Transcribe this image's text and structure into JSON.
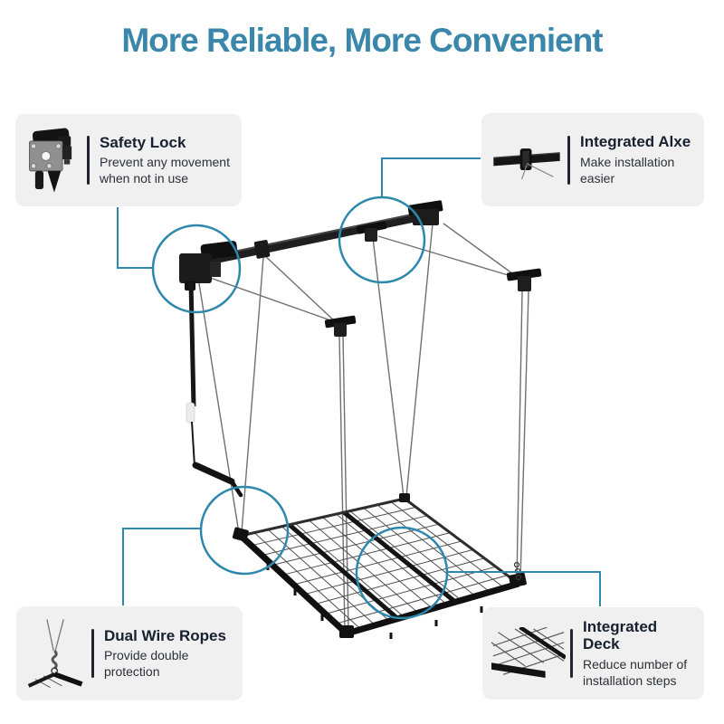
{
  "title": "More Reliable, More Convenient",
  "colors": {
    "accent_heading": "#3a87ab",
    "highlight_circle": "#2e87ad",
    "connector_line": "#2e87ad",
    "callout_background": "#f0f0f1",
    "callout_title_text": "#16202e",
    "callout_body_text": "#2b3038",
    "product_black": "#1a1a1a"
  },
  "callouts": [
    {
      "id": "safety-lock",
      "title": "Safety Lock",
      "description": "Prevent any movement when not in use",
      "icon": "safety-lock-photo"
    },
    {
      "id": "integrated-axle",
      "title": "Integrated Alxe",
      "description": "Make installation easier",
      "icon": "integrated-axle-photo"
    },
    {
      "id": "dual-wire-ropes",
      "title": "Dual Wire Ropes",
      "description": "Provide double protection",
      "icon": "dual-wire-ropes-photo"
    },
    {
      "id": "integrated-deck",
      "title": "Integrated Deck",
      "description": "Reduce number of installation steps",
      "icon": "integrated-deck-photo"
    }
  ]
}
